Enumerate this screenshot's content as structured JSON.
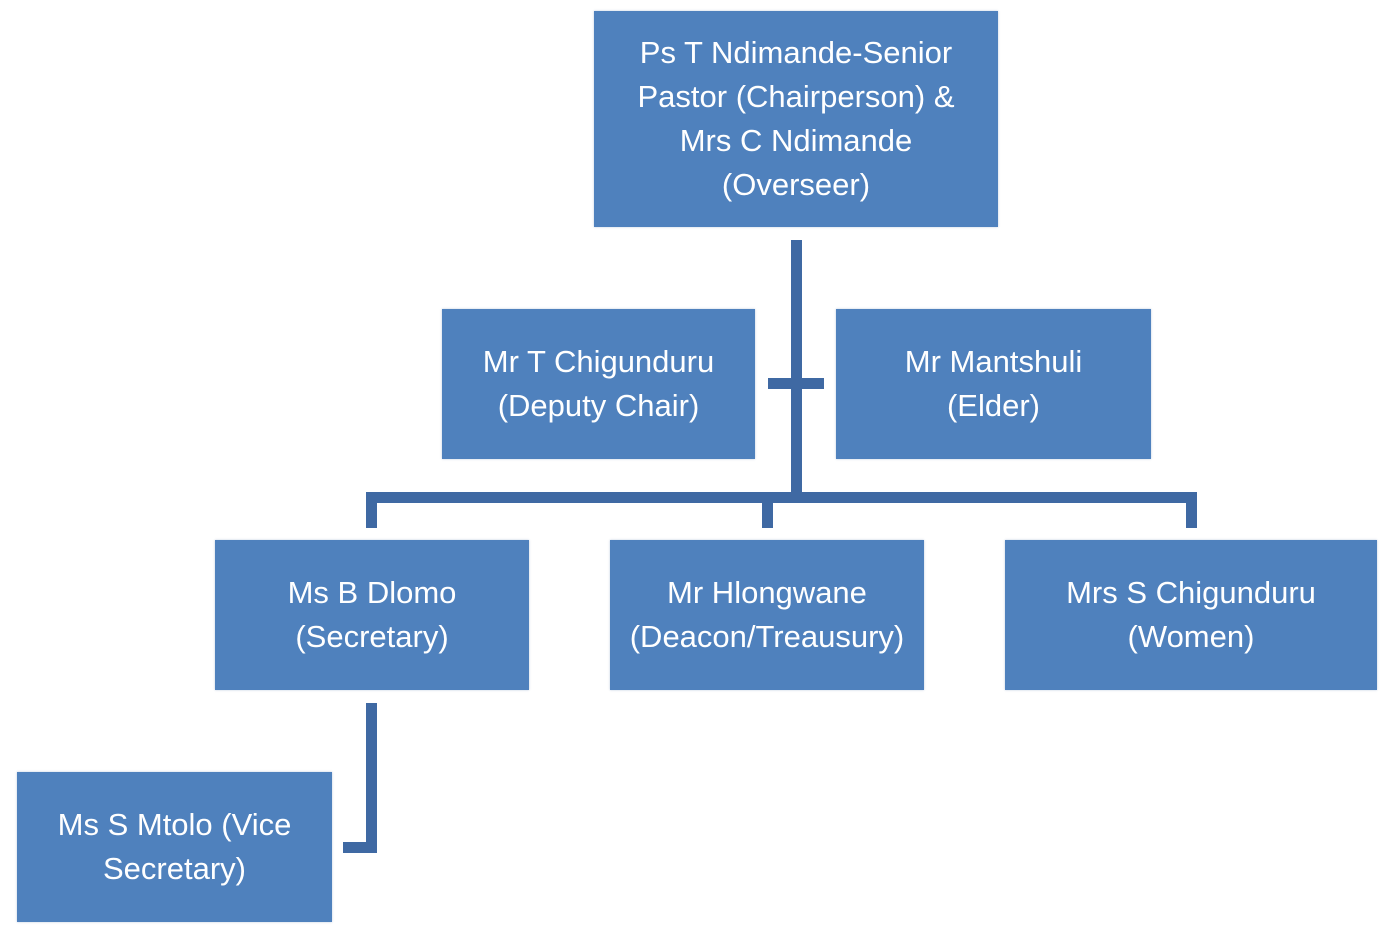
{
  "diagram": {
    "type": "org-chart",
    "colors": {
      "node_fill": "#4f81bd",
      "connector": "#3f69a3",
      "text": "#ffffff"
    },
    "nodes": {
      "chair": {
        "lines": [
          "Ps T Ndimande-Senior",
          "Pastor (Chairperson) &",
          "Mrs C Ndimande",
          "(Overseer)"
        ]
      },
      "deputy": {
        "lines": [
          "Mr T Chigunduru",
          "(Deputy Chair)"
        ]
      },
      "elder": {
        "lines": [
          "Mr Mantshuli",
          "(Elder)"
        ]
      },
      "secretary": {
        "lines": [
          "Ms B Dlomo",
          "(Secretary)"
        ]
      },
      "treasury": {
        "lines": [
          "Mr Hlongwane",
          "(Deacon/Treausury)"
        ]
      },
      "women": {
        "lines": [
          "Mrs S Chigunduru",
          "(Women)"
        ]
      },
      "vice_secretary": {
        "lines": [
          "Ms S Mtolo (Vice",
          "Secretary)"
        ]
      }
    },
    "edges": [
      {
        "from": "chair",
        "to": "deputy",
        "kind": "assistant"
      },
      {
        "from": "chair",
        "to": "elder",
        "kind": "assistant"
      },
      {
        "from": "chair",
        "to": "secretary"
      },
      {
        "from": "chair",
        "to": "treasury"
      },
      {
        "from": "chair",
        "to": "women"
      },
      {
        "from": "secretary",
        "to": "vice_secretary"
      }
    ]
  }
}
